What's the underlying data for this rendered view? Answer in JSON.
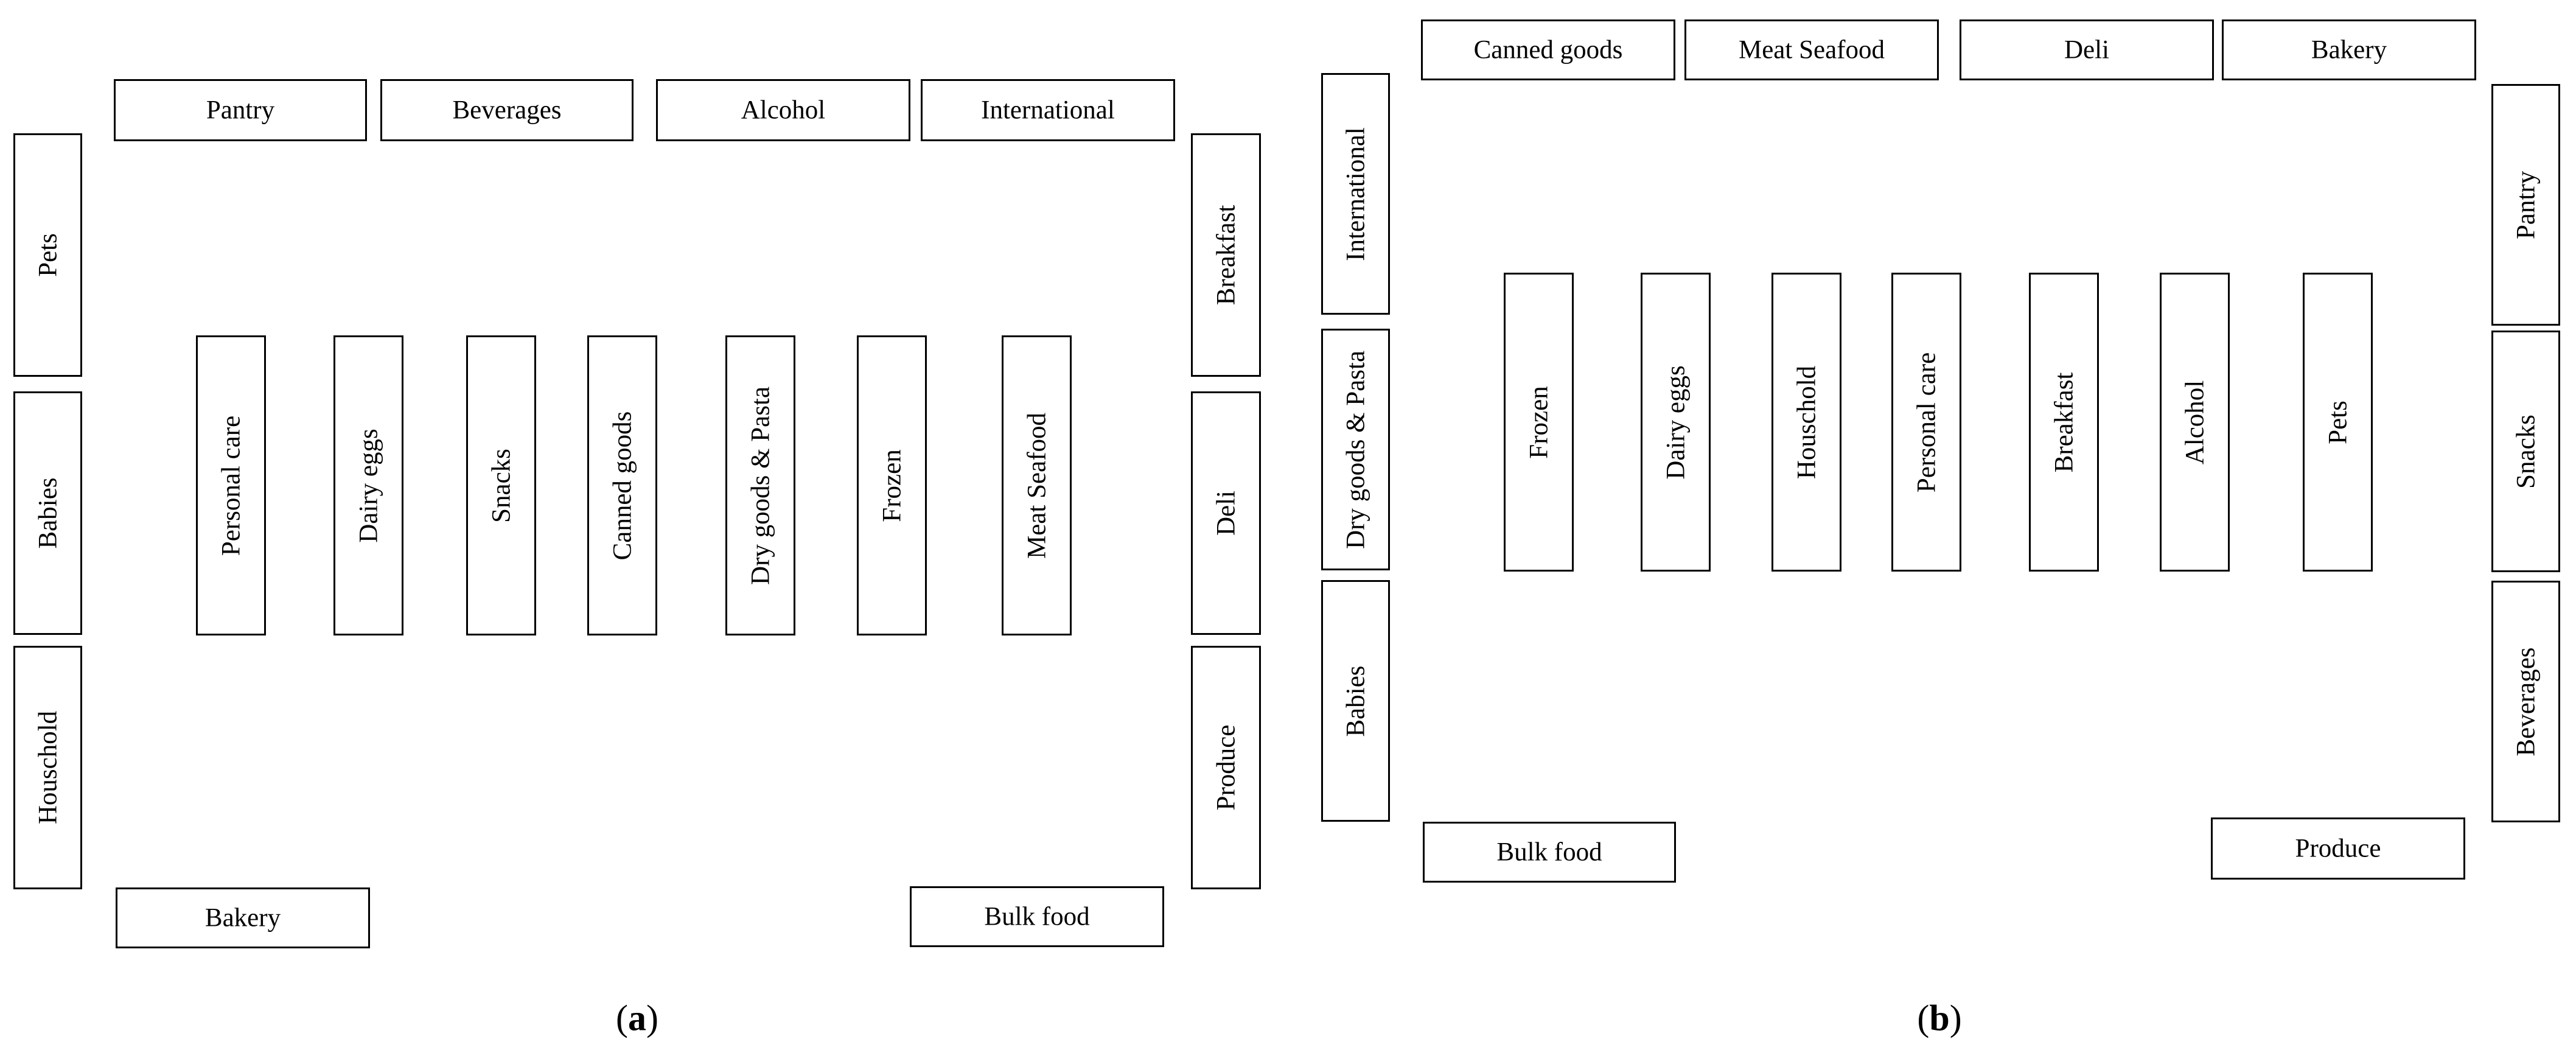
{
  "panels": [
    {
      "id": "a",
      "caption": {
        "open": "(",
        "letter": "a",
        "close": ")"
      },
      "sections": [
        "Pantry",
        "Beverages",
        "Alcohol",
        "International",
        "Pets",
        "Babies",
        "Houschold",
        "Personal care",
        "Dairy eggs",
        "Snacks",
        "Canned goods",
        "Dry goods & Pasta",
        "Frozen",
        "Meat Seafood",
        "Breakfast",
        "Deli",
        "Produce",
        "Bakery",
        "Bulk food"
      ]
    },
    {
      "id": "b",
      "caption": {
        "open": "(",
        "letter": "b",
        "close": ")"
      },
      "sections": [
        "Canned goods",
        "Meat Seafood",
        "Deli",
        "Bakery",
        "International",
        "Dry goods & Pasta",
        "Babies",
        "Frozen",
        "Dairy eggs",
        "Houschold",
        "Personal care",
        "Breakfast",
        "Alcohol",
        "Pets",
        "Pantry",
        "Snacks",
        "Beverages",
        "Bulk food",
        "Produce"
      ]
    }
  ]
}
